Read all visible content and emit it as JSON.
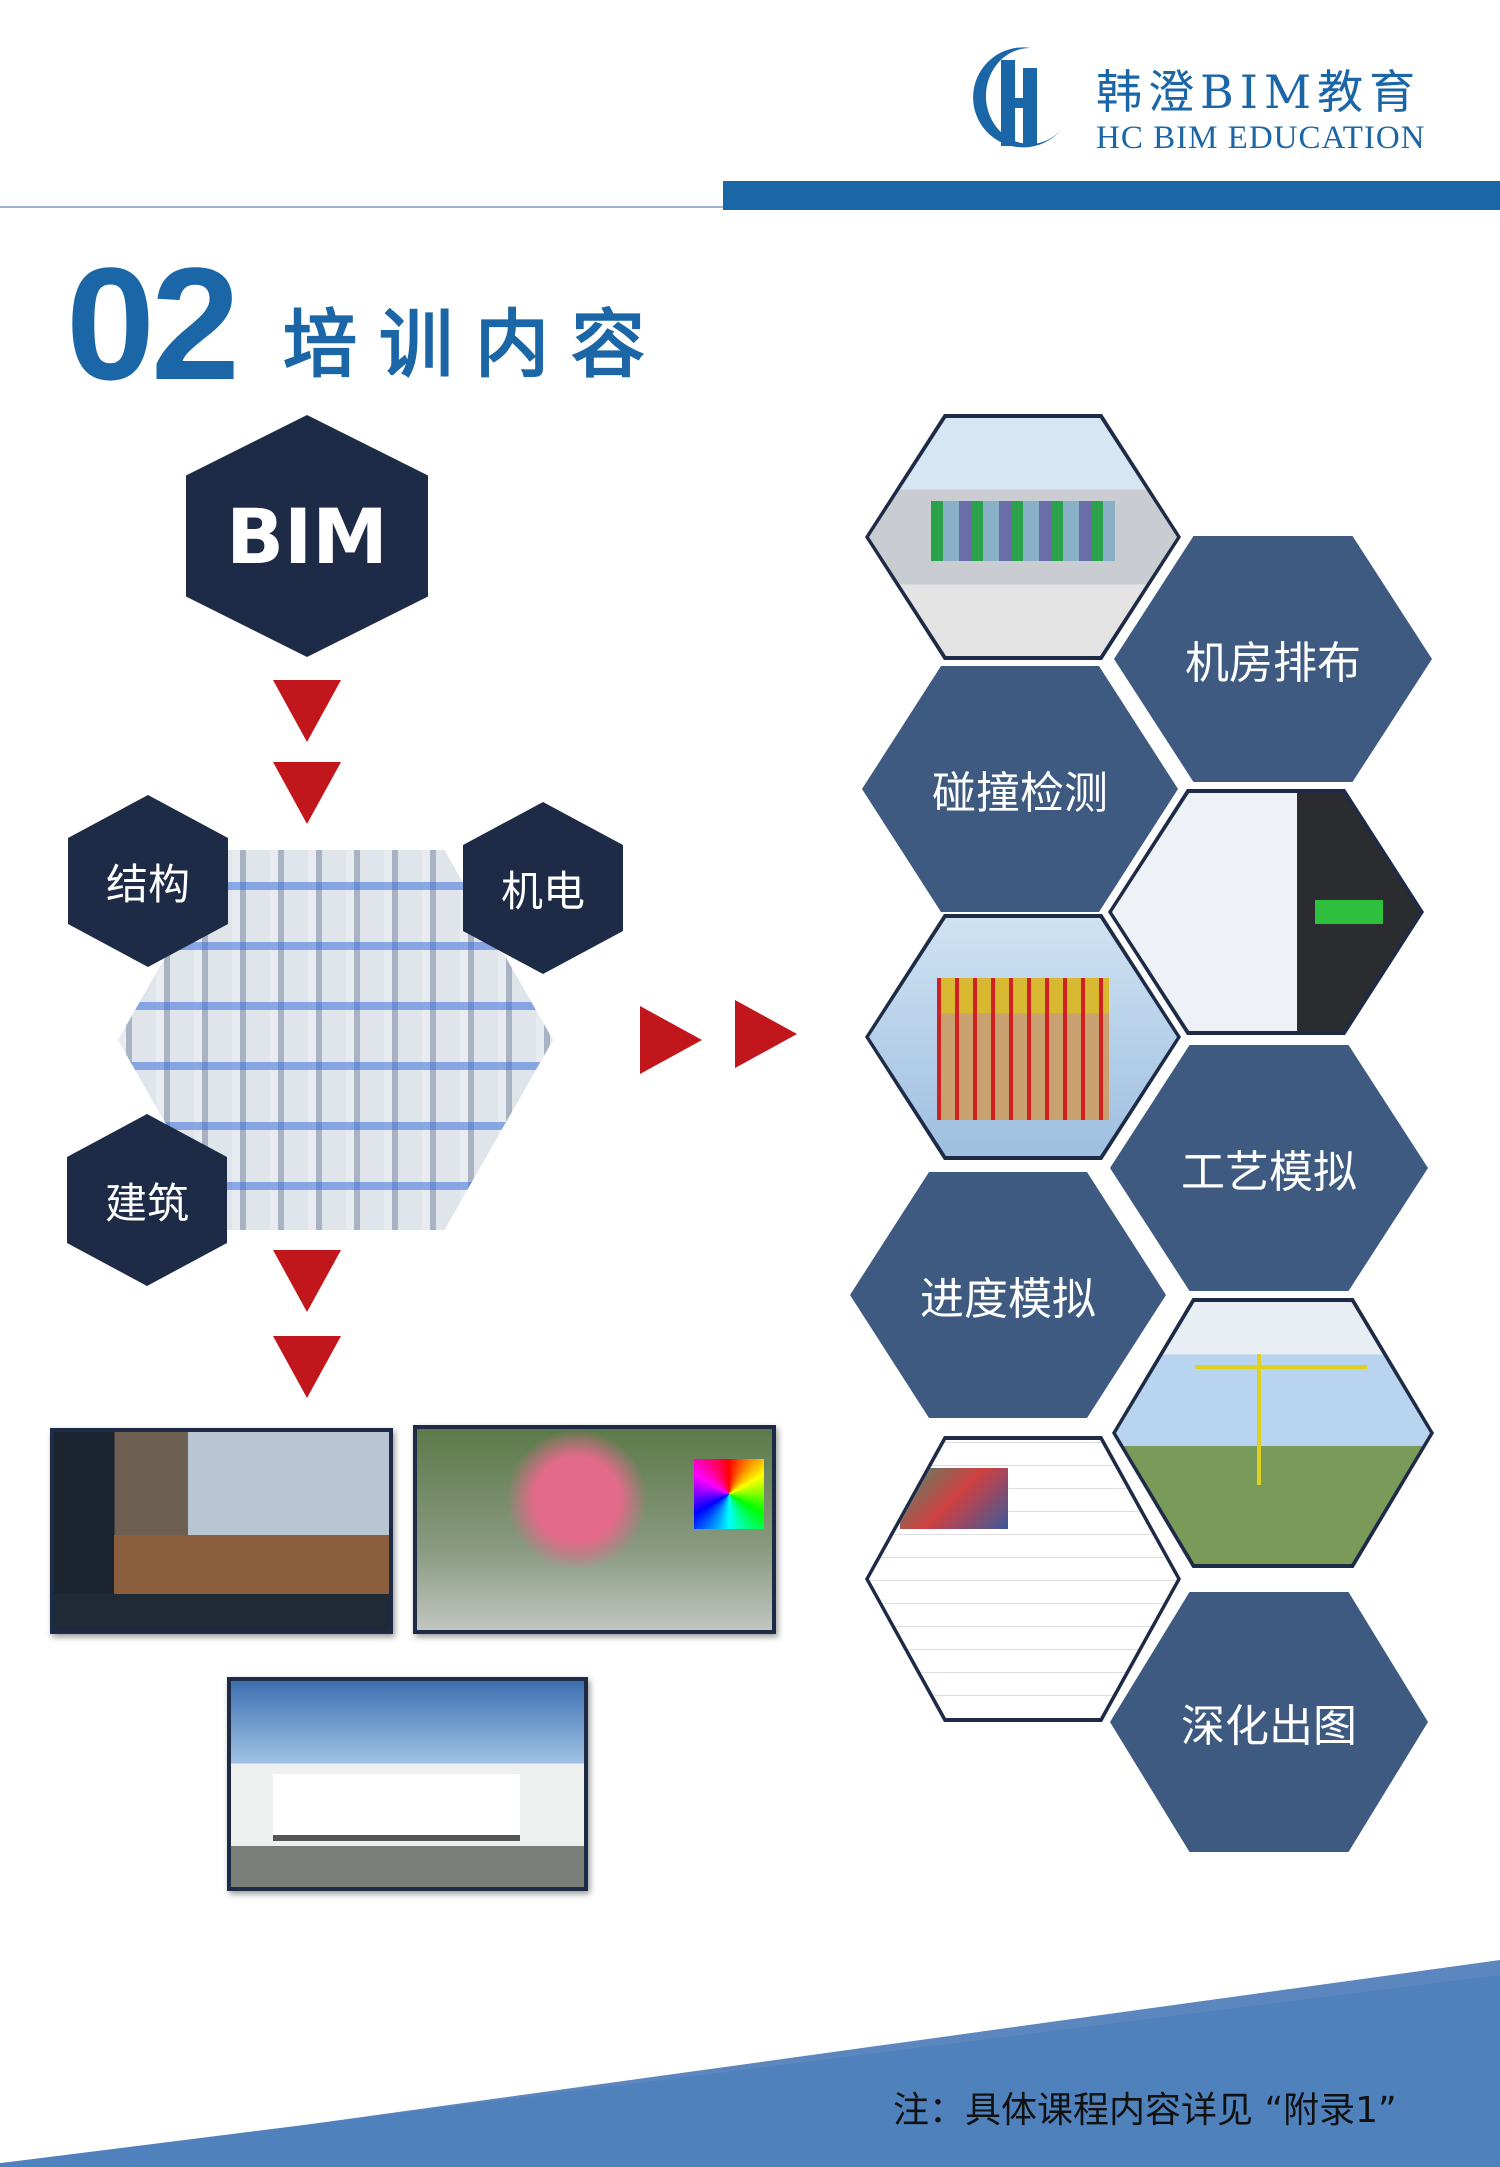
{
  "header": {
    "brand_cn": "韩澄BIM教育",
    "brand_en": "HC BIM EDUCATION",
    "logo_letters": "HC",
    "accent": "#1b66a6"
  },
  "section": {
    "number": "02",
    "title": "培训内容"
  },
  "left": {
    "root": "BIM",
    "branches": [
      "结构",
      "机电",
      "建筑"
    ]
  },
  "right": {
    "items": [
      "机房排布",
      "碰撞检测",
      "工艺模拟",
      "进度模拟",
      "深化出图"
    ]
  },
  "footer": {
    "note": "注：具体课程内容详见 “附录1”"
  },
  "colors": {
    "navy": "#1e2b47",
    "slate": "#3e5a80",
    "red": "#c0161c",
    "footer_blue": "#4f81bd"
  }
}
